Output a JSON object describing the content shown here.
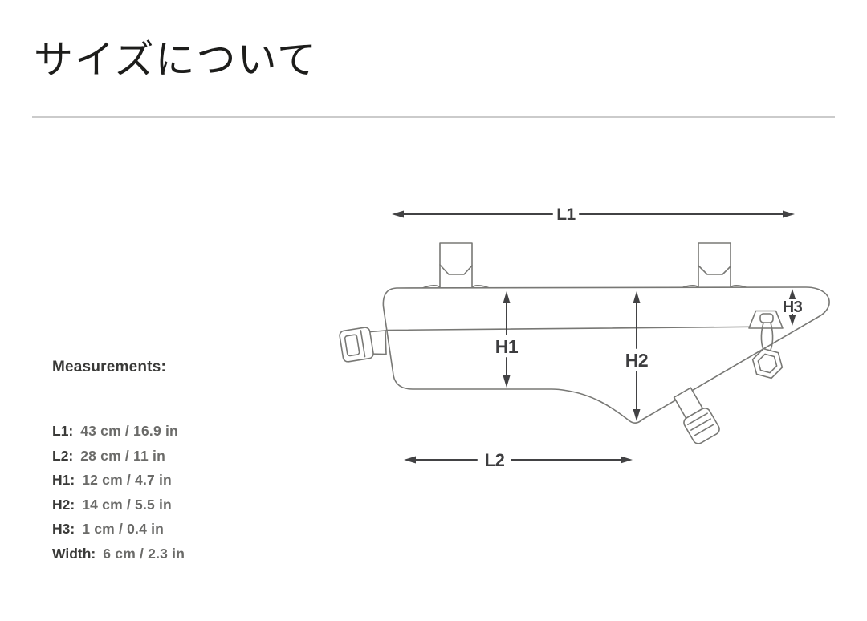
{
  "title": "サイズについて",
  "measurements": {
    "heading": "Measurements:",
    "items": [
      {
        "label": "L1:",
        "value": "43 cm / 16.9 in"
      },
      {
        "label": "L2:",
        "value": "28 cm / 11 in"
      },
      {
        "label": "H1:",
        "value": "12 cm / 4.7 in"
      },
      {
        "label": "H2:",
        "value": "14 cm / 5.5 in"
      },
      {
        "label": "H3:",
        "value": "1 cm / 0.4 in"
      },
      {
        "label": "Width:",
        "value": "6 cm / 2.3 in"
      }
    ]
  },
  "diagram": {
    "description": "frame-bag side view with dimension arrows",
    "labels": {
      "l1": "L1",
      "l2": "L2",
      "h1": "H1",
      "h2": "H2",
      "h3": "H3"
    }
  },
  "colors": {
    "title_text": "#1d1d1b",
    "divider": "#cbcbcb",
    "measurement_label": "#3a3a38",
    "measurement_value": "#6b6b69",
    "bag_outline": "#787875",
    "dimension_line": "#424244",
    "dimension_label": "#3d3d3f",
    "background": "#ffffff"
  }
}
